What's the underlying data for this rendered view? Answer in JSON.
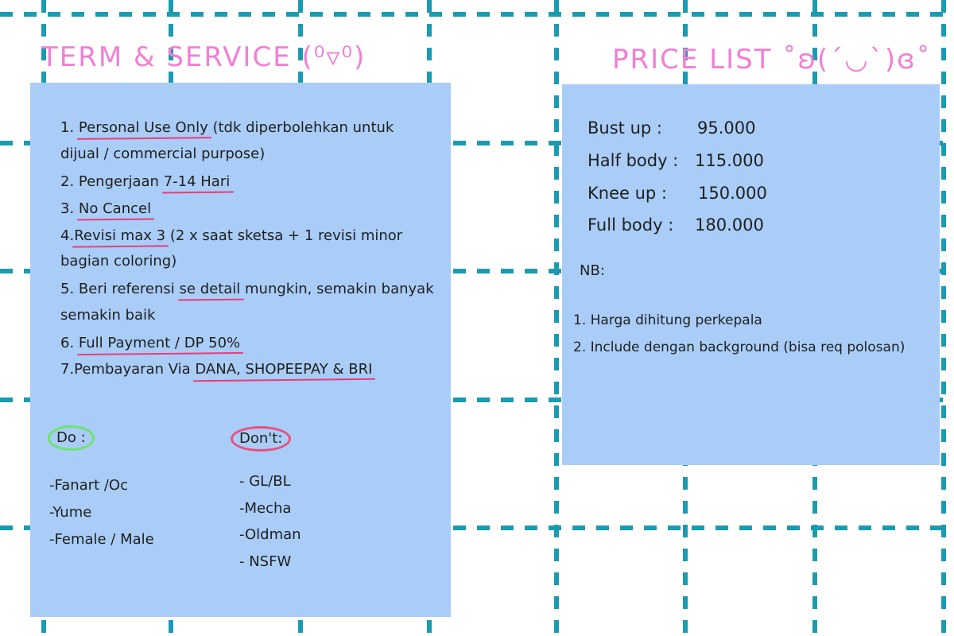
{
  "terms": {
    "title": "TERM & SERVICE (⁰▿⁰)",
    "rules": [
      {
        "pre": "1. ",
        "ul": "Personal Use Only",
        "post": " (tdk diperbolehkan untuk"
      },
      {
        "pre": "dijual / commercial purpose)",
        "ul": "",
        "post": ""
      },
      {
        "pre": "2. Pengerjaan ",
        "ul": "7-14 Hari",
        "post": ""
      },
      {
        "pre": "3. ",
        "ul": "No Cancel",
        "post": ""
      },
      {
        "pre": "4.",
        "ul": "Revisi max 3",
        "post": " (2 x saat sketsa + 1 revisi minor"
      },
      {
        "pre": "bagian coloring)",
        "ul": "",
        "post": ""
      },
      {
        "pre": "5. Beri referensi ",
        "ul": "se detail",
        "post": " mungkin, semakin banyak"
      },
      {
        "pre": "semakin baik",
        "ul": "",
        "post": ""
      },
      {
        "pre": "6.  ",
        "ul": "Full Payment / DP 50%",
        "post": ""
      },
      {
        "pre": "7.Pembayaran Via ",
        "ul": "DANA, SHOPEEPAY & BRI",
        "post": ""
      }
    ],
    "do_heading": "Do :",
    "do_items": [
      "-Fanart /Oc",
      "-Yume",
      "-Female / Male"
    ],
    "dont_heading": "Don't:",
    "dont_items": [
      "- GL/BL",
      "-Mecha",
      "-Oldman",
      "- NSFW"
    ]
  },
  "price": {
    "title": "PRICE LIST ˚ʚ(´◡`)ɞ˚",
    "rows": [
      {
        "label": "Bust up :",
        "value": "95.000"
      },
      {
        "label": "Half body :",
        "value": "115.000"
      },
      {
        "label": "Knee up :",
        "value": "150.000"
      },
      {
        "label": "Full body :",
        "value": "180.000"
      }
    ],
    "nb_label": "NB:",
    "notes": [
      "1. Harga dihitung perkepala",
      "2. Include dengan background (bisa req polosan)"
    ]
  },
  "colors": {
    "grid": "#1a9bb2",
    "panel": "#a9cdf7",
    "title": "#f27fd4",
    "underline": "#e83d7a",
    "do_circle": "#6ee36e",
    "dont_circle": "#e8507e"
  }
}
